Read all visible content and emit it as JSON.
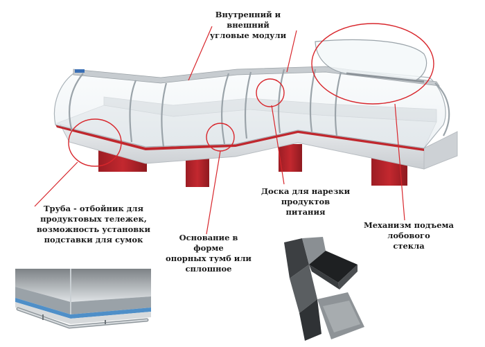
{
  "labels": {
    "corner_modules": "Внутренний и внешний\nугловые модули",
    "bumper_pipe": "Труба - отбойник для\nпродуктовых тележек,\nвозможность установки\nподставки для сумок",
    "base": "Основание в форме\nопорных тумб или\nсплошное",
    "cutting_board": "Доска для нарезки\nпродуктов питания",
    "glass_lift": "Механизм подъема лобового\nстекла"
  },
  "colors": {
    "callout_red": "#d8262c",
    "stripe_red": "#c0272d",
    "support_red": "#b3222a",
    "body_grey": "#dfe2e5",
    "glass": "#eef3f6"
  }
}
